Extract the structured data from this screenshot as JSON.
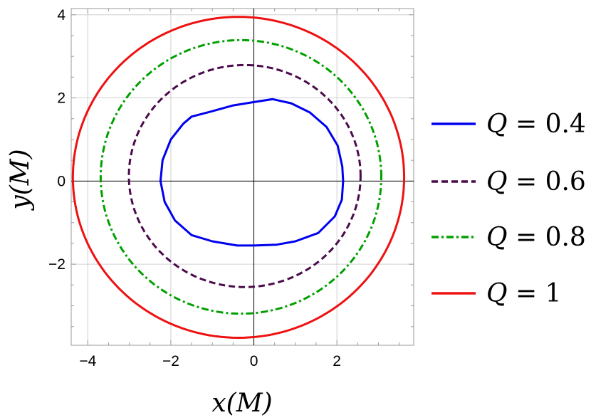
{
  "chart_data": {
    "type": "line",
    "title": "",
    "xlabel": "x(M)",
    "ylabel": "y(M)",
    "xlim": [
      -4.4,
      3.85
    ],
    "ylim": [
      -3.95,
      4.15
    ],
    "xticks": [
      -4,
      -2,
      0,
      2
    ],
    "yticks": [
      -2,
      0,
      2,
      4
    ],
    "grid": true,
    "legend_position": "right",
    "series": [
      {
        "name": "Q = 0.4",
        "legend": {
          "var": "Q",
          "rel": " = ",
          "val": "0.4"
        },
        "color": "#0000ee",
        "dash": "solid",
        "points": [
          [
            0.45,
            1.97
          ],
          [
            0.9,
            1.87
          ],
          [
            1.35,
            1.65
          ],
          [
            1.75,
            1.3
          ],
          [
            2.02,
            0.85
          ],
          [
            2.13,
            0.35
          ],
          [
            2.15,
            0.0
          ],
          [
            2.12,
            -0.45
          ],
          [
            1.95,
            -0.85
          ],
          [
            1.55,
            -1.25
          ],
          [
            1.0,
            -1.45
          ],
          [
            0.55,
            -1.53
          ],
          [
            0.0,
            -1.55
          ],
          [
            -0.4,
            -1.55
          ],
          [
            -1.0,
            -1.45
          ],
          [
            -1.5,
            -1.3
          ],
          [
            -1.9,
            -0.95
          ],
          [
            -2.15,
            -0.5
          ],
          [
            -2.25,
            0.0
          ],
          [
            -2.2,
            0.5
          ],
          [
            -2.0,
            1.0
          ],
          [
            -1.7,
            1.38
          ],
          [
            -1.5,
            1.55
          ],
          [
            -1.0,
            1.68
          ],
          [
            -0.5,
            1.82
          ],
          [
            0.0,
            1.9
          ],
          [
            0.45,
            1.97
          ]
        ]
      },
      {
        "name": "Q = 0.6",
        "legend": {
          "var": "Q",
          "rel": " = ",
          "val": "0.6"
        },
        "color": "#4b0a4b",
        "dash": "dashed",
        "ellipse": {
          "cx": -0.22,
          "cy": 0.12,
          "rx": 2.79,
          "ry": 2.67
        }
      },
      {
        "name": "Q = 0.8",
        "legend": {
          "var": "Q",
          "rel": " = ",
          "val": "0.8"
        },
        "color": "#00a000",
        "dash": "dotdashed",
        "ellipse": {
          "cx": -0.31,
          "cy": 0.1,
          "rx": 3.38,
          "ry": 3.29
        }
      },
      {
        "name": "Q = 1",
        "legend": {
          "var": "Q",
          "rel": " = ",
          "val": "1"
        },
        "color": "#ee1111",
        "dash": "solid",
        "ellipse": {
          "cx": -0.37,
          "cy": 0.09,
          "rx": 3.99,
          "ry": 3.86
        }
      }
    ]
  }
}
